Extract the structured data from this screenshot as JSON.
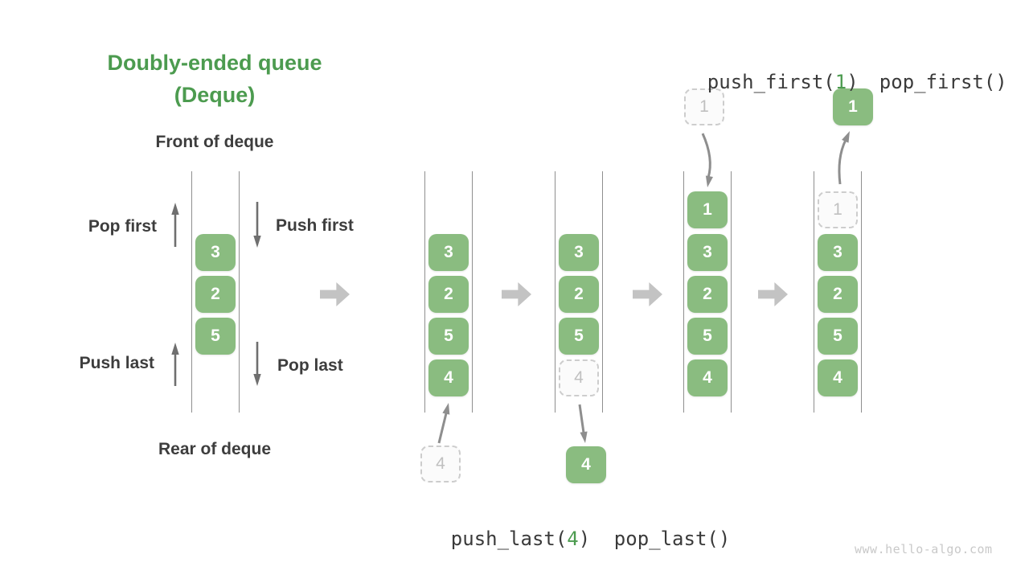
{
  "title": {
    "line1": "Doubly-ended queue",
    "line2": "(Deque)"
  },
  "deque": {
    "front_label": "Front of deque",
    "rear_label": "Rear of deque",
    "pop_first_label": "Pop first",
    "push_first_label": "Push first",
    "push_last_label": "Push last",
    "pop_last_label": "Pop last",
    "values": [
      "3",
      "2",
      "5"
    ]
  },
  "operations": {
    "push_last": {
      "label": "push_last(",
      "arg": "4",
      "close": ")"
    },
    "pop_last": {
      "label": "pop_last()"
    },
    "push_first": {
      "label": "push_first(",
      "arg": "1",
      "close": ")"
    },
    "pop_first": {
      "label": "pop_first()"
    }
  },
  "states": {
    "push_last": {
      "cells": [
        "3",
        "2",
        "5",
        "4"
      ],
      "incoming": "4"
    },
    "pop_last": {
      "cells": [
        "3",
        "2",
        "5"
      ],
      "ghost": "4",
      "outgoing": "4"
    },
    "push_first": {
      "cells": [
        "1",
        "3",
        "2",
        "5",
        "4"
      ],
      "incoming": "1"
    },
    "pop_first": {
      "cells": [
        "3",
        "2",
        "5",
        "4"
      ],
      "ghost": "1",
      "outgoing": "1"
    }
  },
  "watermark": "www.hello-algo.com",
  "colors": {
    "title_green": "#4c9b4f",
    "cell_green": "#8abc80",
    "label_dark": "#3d3d3d",
    "code_dark": "#3a3a3a",
    "thin_arrow_gray": "#6f6f6f",
    "transition_arrow_gray": "#8e8e8e",
    "block_arrow_gray": "#c3c3c3",
    "ghost_border_gray": "#cdcdcd",
    "ghost_text_gray": "#c0c0c0",
    "rail_gray": "#8f8f8f",
    "watermark_gray": "#c9c9c9"
  }
}
